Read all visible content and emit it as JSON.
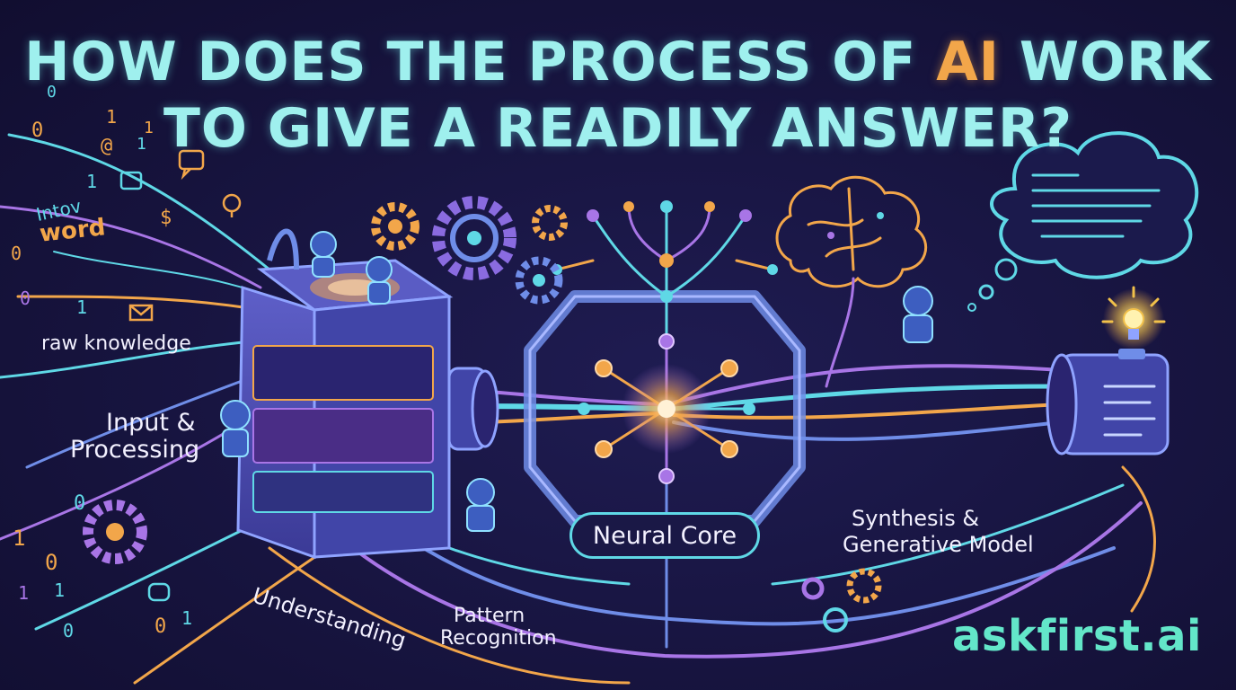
{
  "title": {
    "line1_part1": "HOW DOES THE PROCESS OF ",
    "line1_highlight": "AI",
    "line1_part2": " WORK",
    "line2": "TO GIVE A READILY ANSWER?"
  },
  "stages": {
    "raw_knowledge": "raw knowledge",
    "input_processing_1": "Input &",
    "input_processing_2": "Processing",
    "understanding": "Understanding",
    "pattern_1": "Pattern",
    "pattern_2": "Recognition",
    "neural_core": "Neural Core",
    "synthesis_1": "Synthesis &",
    "synthesis_2": "Generative Model"
  },
  "doodle_text": {
    "word_1": "Intov",
    "word_2": "word",
    "digits": [
      "0",
      "1",
      "1",
      "0",
      "1",
      "0",
      "1",
      "0",
      "1",
      "0",
      "0",
      "1",
      "1",
      "0",
      "0",
      "1",
      "1"
    ],
    "dollar": "$",
    "at": "@"
  },
  "brand": "askfirst.ai",
  "colors": {
    "background": "#17143f",
    "title": "#9ff0ee",
    "title_accent": "#f2a64a",
    "cyan": "#5fd8e6",
    "orange": "#f2a64a",
    "purple": "#a875e6",
    "blue": "#6f8de8",
    "brand": "#63e6c9",
    "label": "#f3f1ff"
  },
  "icons": [
    "gear-icon",
    "brain-icon",
    "lightbulb-icon",
    "robot-icon",
    "chat-bubble-icon",
    "envelope-icon",
    "thought-cloud-icon",
    "server-icon",
    "output-terminal-icon"
  ]
}
